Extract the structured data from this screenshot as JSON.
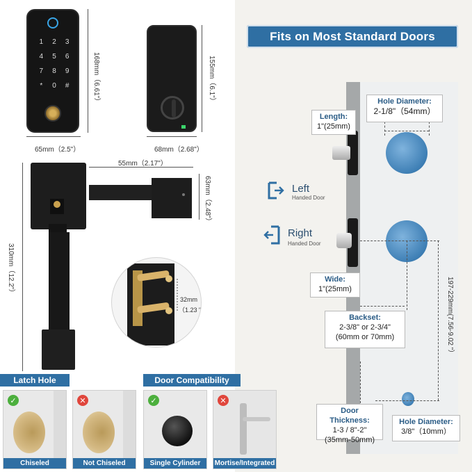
{
  "banner": {
    "title": "Fits on Most Standard Doors"
  },
  "keypad_lock": {
    "height_label": "168mm（6.61\"）",
    "width_label": "65mm（2.5\"）",
    "keys": [
      "1",
      "2",
      "3",
      "4",
      "5",
      "6",
      "7",
      "8",
      "9",
      "*",
      "0",
      "#"
    ]
  },
  "back_lock": {
    "height_label": "155mm（6.1\"）",
    "width_label": "68mm（2.68\"）"
  },
  "handle": {
    "lever_width_label": "55mm（2.17\"）",
    "lever_height_label": "63mm（2.48\"）",
    "height_label": "310mm（12.2\"）"
  },
  "latch_detail": {
    "spacing_mm": "32mm",
    "spacing_in": "（1.23 \"）"
  },
  "door_diagram": {
    "length": {
      "title": "Length:",
      "value": "1\"(25mm)"
    },
    "hole_diameter_top": {
      "title": "Hole Diameter:",
      "value": "2-1/8\"（54mm）"
    },
    "left": {
      "label": "Left",
      "sub": "Handed Door"
    },
    "right": {
      "label": "Right",
      "sub": "Handed Door"
    },
    "wide": {
      "title": "Wide:",
      "value": "1\"(25mm)"
    },
    "backset": {
      "title": "Backset:",
      "line1": "2-3/8\" or 2-3/4\"",
      "line2": "(60mm or 70mm)"
    },
    "spacing_label": "197-229mm(7.56-9.02 \"）",
    "door_thickness": {
      "title": "Door Thickness:",
      "line1": "1-3 / 8\"-2\"",
      "line2": "(35mm-50mm)"
    },
    "hole_diameter_bottom": {
      "title": "Hole Diameter:",
      "value": "3/8\"（10mm）"
    }
  },
  "latch_hole": {
    "header": "Latch Hole",
    "options": [
      {
        "label": "Chiseled",
        "ok": true
      },
      {
        "label": "Not Chiseled",
        "ok": false
      }
    ]
  },
  "door_compat": {
    "header": "Door Compatibility",
    "options": [
      {
        "label": "Single Cylinder",
        "ok": true
      },
      {
        "label": "Mortise/Integrated",
        "ok": false
      }
    ]
  },
  "colors": {
    "accent": "#2f6fa3",
    "ok": "#4caf3d",
    "bad": "#e0463c",
    "bore": "#3e7fb5"
  }
}
